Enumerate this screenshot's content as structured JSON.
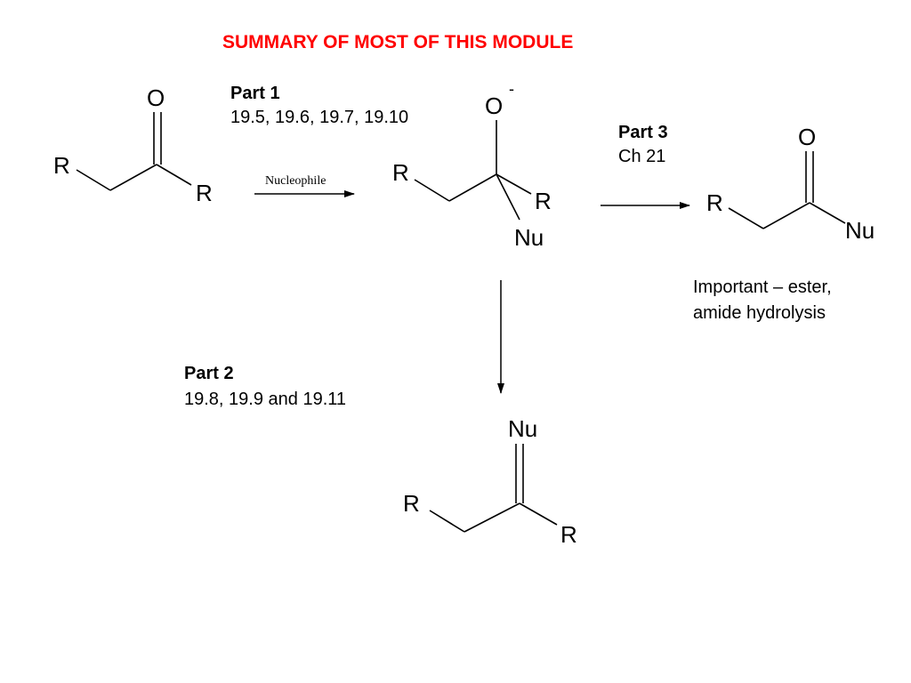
{
  "title": "SUMMARY OF MOST OF THIS MODULE",
  "parts": [
    {
      "label": "Part 1",
      "sections": "19.5, 19.6, 19.7, 19.10"
    },
    {
      "label": "Part 2",
      "sections": "19.8, 19.9 and 19.11"
    },
    {
      "label": "Part 3",
      "sections": "Ch 21"
    }
  ],
  "note": {
    "line1": "Important – ester,",
    "line2": "amide hydrolysis"
  },
  "reagent": "Nucleophile",
  "atoms": {
    "oxygen": "O",
    "r_group": "R",
    "nucleophile": "Nu",
    "negative_charge": "-"
  }
}
